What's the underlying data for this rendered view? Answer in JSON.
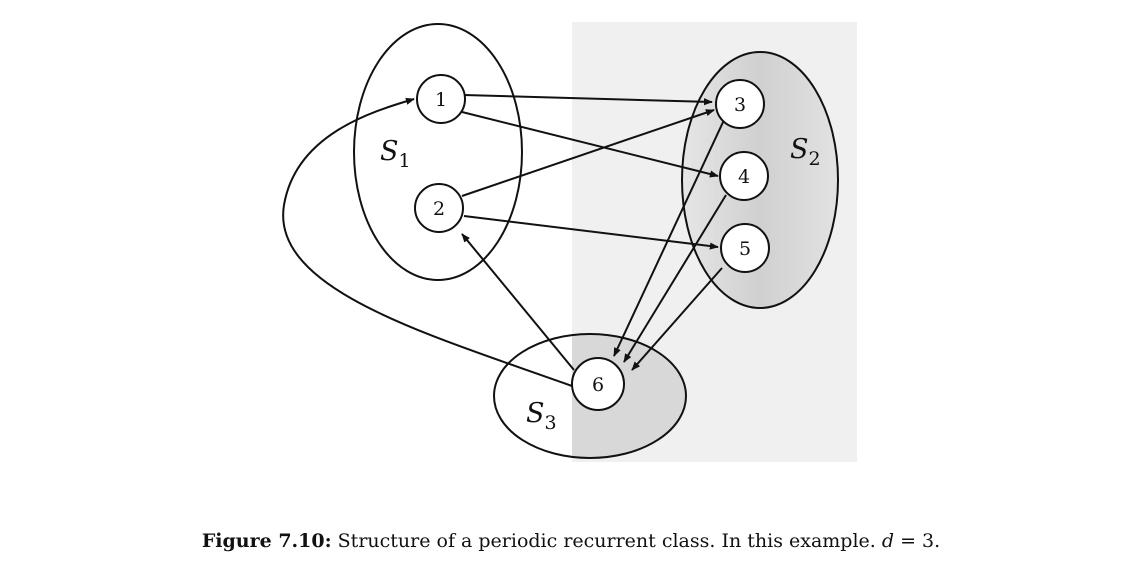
{
  "figure": {
    "sets": [
      {
        "id": "S1",
        "letter": "S",
        "subscript": "1"
      },
      {
        "id": "S2",
        "letter": "S",
        "subscript": "2"
      },
      {
        "id": "S3",
        "letter": "S",
        "subscript": "3"
      }
    ],
    "nodes": [
      {
        "id": "n1",
        "label": "1"
      },
      {
        "id": "n2",
        "label": "2"
      },
      {
        "id": "n3",
        "label": "3"
      },
      {
        "id": "n4",
        "label": "4"
      },
      {
        "id": "n5",
        "label": "5"
      },
      {
        "id": "n6",
        "label": "6"
      }
    ],
    "edges": [
      {
        "from": "1",
        "to": "3"
      },
      {
        "from": "1",
        "to": "4"
      },
      {
        "from": "2",
        "to": "3"
      },
      {
        "from": "2",
        "to": "5"
      },
      {
        "from": "3",
        "to": "6"
      },
      {
        "from": "4",
        "to": "6"
      },
      {
        "from": "5",
        "to": "6"
      },
      {
        "from": "6",
        "to": "2"
      },
      {
        "from": "6",
        "to": "1"
      }
    ],
    "shaded_region_color": "#d6d6d6",
    "stroke_color": "#111111"
  },
  "caption": {
    "number": "Figure 7.10:",
    "text": " Structure of a periodic recurrent class. In this example. ",
    "math_var": "d",
    "math_rest": " = 3."
  }
}
